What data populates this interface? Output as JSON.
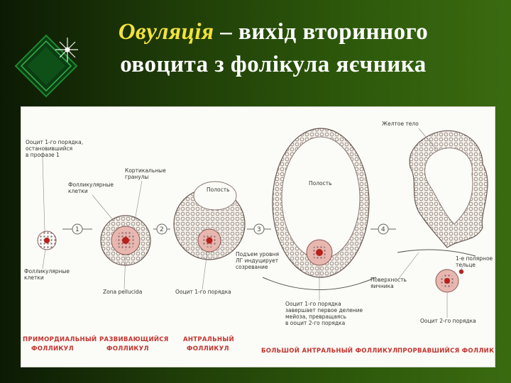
{
  "slide": {
    "title_emphasis": "Овуляція",
    "title_line1_rest": " – вихід вторинного",
    "title_line2": "овоцита з фолікула яєчника"
  },
  "figure": {
    "steps": [
      "1",
      "2",
      "3",
      "4"
    ],
    "labels": {
      "oocyte_prophase": [
        "Ооцит 1-го порядка,",
        "остановившийся",
        "в профазе 1"
      ],
      "follicular_cells_top": [
        "Фолликулярные",
        "клетки"
      ],
      "cortical_granules": [
        "Кортикальные",
        "гранулы"
      ],
      "cavity1": "Полость",
      "cavity2": "Полость",
      "corpus_luteum": "Желтое тело",
      "follicular_cells_bottom": [
        "Фолликулярные",
        "клетки"
      ],
      "zona_pellucida": "Zona pellucida",
      "oocyte1_antral": "Ооцит 1-го порядка",
      "lh_surge": [
        "Подъем уровня",
        "ЛГ индуцирует",
        "созревание"
      ],
      "oocyte1_completes": [
        "Ооцит 1-го порядка",
        "завершает первое деление",
        "мейоза, превращаясь",
        "в ооцит 2-го порядка"
      ],
      "ovary_surface": [
        "Поверхность",
        "яичника"
      ],
      "polar_body": [
        "1-е полярное",
        "тельце"
      ],
      "oocyte2": "Ооцит 2-го порядка"
    },
    "stages": [
      [
        "ПРИМОРДИАЛЬНЫЙ",
        "ФОЛЛИКУЛ"
      ],
      [
        "РАЗВИВАЮЩИЙСЯ",
        "ФОЛЛИКУЛ"
      ],
      [
        "АНТРАЛЬНЫЙ",
        "ФОЛЛИКУЛ"
      ],
      [
        "БОЛЬШОЙ АНТРАЛЬНЫЙ ФОЛЛИКУЛ"
      ],
      [
        "ПРОРВАВШИЙСЯ ФОЛЛИКУЛ"
      ]
    ]
  },
  "colors": {
    "title_emphasis": "#f2e23a",
    "title_text": "#ffffff",
    "stage_labels": "#c2332e",
    "nucleus": "#b8201c"
  }
}
